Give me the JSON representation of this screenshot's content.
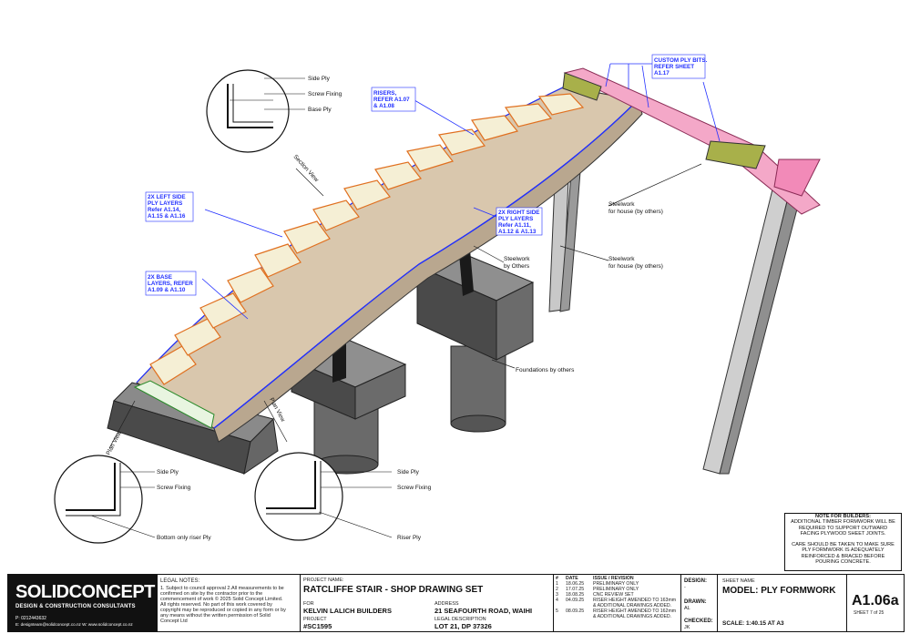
{
  "drawing_labels": {
    "section_view_side_ply": "Side Ply",
    "section_view_screw_fixing": "Screw Fixing",
    "section_view_base_ply": "Base Ply",
    "section_view_title": "Section View",
    "risers": [
      "RISERS,",
      "REFER A1.07",
      "& A1.08"
    ],
    "custom_ply": [
      "CUSTOM PLY BITS.",
      "REFER SHEET",
      "A1.17"
    ],
    "left_side": [
      "2X LEFT SIDE",
      "PLY LAYERS",
      "Refer A1.14,",
      "A1.15 & A1.16"
    ],
    "right_side": [
      "2X RIGHT SIDE",
      "PLY LAYERS",
      "Refer A1.11,",
      "A1.12 & A1.13"
    ],
    "base_layers": [
      "2X BASE",
      "LAYERS, REFER",
      "A1.09 & A1.10"
    ],
    "steelwork_house_1": [
      "Steelwork",
      "for house (by others)"
    ],
    "steelwork_house_2": [
      "Steelwork",
      "for house (by others)"
    ],
    "steelwork_others": [
      "Steelwork",
      "by Others"
    ],
    "foundations": "Foundations by others",
    "plan_view_left_title": "Plan View",
    "plan_view_left_side_ply": "Side Ply",
    "plan_view_left_screw": "Screw Fixing",
    "plan_view_left_riser": "Bottom only riser Ply",
    "plan_view_right_title": "Plan View",
    "plan_view_right_side_ply": "Side Ply",
    "plan_view_right_screw": "Screw Fixing",
    "plan_view_right_riser": "Riser Ply"
  },
  "builder_note": {
    "title": "NOTE FOR BUILDERS:",
    "lines": [
      "ADDITIONAL TIMBER FORMWORK WILL BE",
      "REQUIRED TO SUPPORT OUTWARD",
      "FACING PLYWOOD SHEET JOINTS.",
      "",
      "CARE SHOULD BE TAKEN TO MAKE SURE",
      "PLY FORMWORK IS ADEQUATELY",
      "REINFORCED & BRACED BEFORE",
      "POURING CONCRETE."
    ]
  },
  "title_block": {
    "logo_main": "SOLIDCONCEPT",
    "logo_sub": "DESIGN & CONSTRUCTION CONSULTANTS",
    "phone": "P: 0212443632",
    "email": "E: designteam@solidconcept.co.nz  W: www.solidconcept.co.nz",
    "legal_title": "LEGAL NOTES:",
    "legal_lines": [
      "1. Subject to council approval 2.All measurements to be",
      "confirmed on site by the contractor prior to the",
      "commencement of work © 2025 Solid Concept Limited.",
      "All rights reserved. No part of this work covered by",
      "copyright may be reproduced or copied in any form or by",
      "any means without the written permission of Solid",
      "Concept Ltd"
    ],
    "project_name_label": "PROJECT NAME:",
    "project_name": "RATCLIFFE STAIR - SHOP DRAWING SET",
    "for_label": "FOR",
    "for_value": "KELVIN LALICH BUILDERS",
    "address_label": "ADDRESS",
    "address_value": "21 SEAFOURTH ROAD, WAIHI",
    "project_label": "PROJECT",
    "project_value": "#SC1595",
    "legal_desc_label": "LEGAL DESCRIPTION",
    "legal_desc_value": "LOT 21, DP 37326",
    "rev_headers": [
      "#",
      "DATE",
      "ISSUE / REVISION"
    ],
    "revisions": [
      [
        "1",
        "18.06.25",
        "PRELIMINARY ONLY"
      ],
      [
        "2",
        "17.07.25",
        "PRELIMINARY ONLY"
      ],
      [
        "3",
        "18.08.25",
        "CNC REVIEW SET"
      ],
      [
        "4",
        "04.09.25",
        "RISER HEIGHT AMENDED TO 163mm"
      ],
      [
        "",
        "",
        "& ADDITIONAL DRAWINGS ADDED."
      ],
      [
        "5",
        "08.09.25",
        "RISER HEIGHT AMENDED TO 162mm"
      ],
      [
        "",
        "",
        "& ADDITIONAL DRAWINGS ADDED."
      ]
    ],
    "design_label": "DESIGN:",
    "design_value": "-",
    "drawn_label": "DRAWN:",
    "drawn_value": "AL",
    "checked_label": "CHECKED:",
    "checked_value": "JK",
    "sheet_name_label": "SHEET NAME",
    "sheet_name": "MODEL: PLY FORMWORK",
    "scale": "SCALE: 1:40.15 AT A3",
    "sheet_no": "A1.06a",
    "sheet_of": "SHEET 7 of 25"
  }
}
